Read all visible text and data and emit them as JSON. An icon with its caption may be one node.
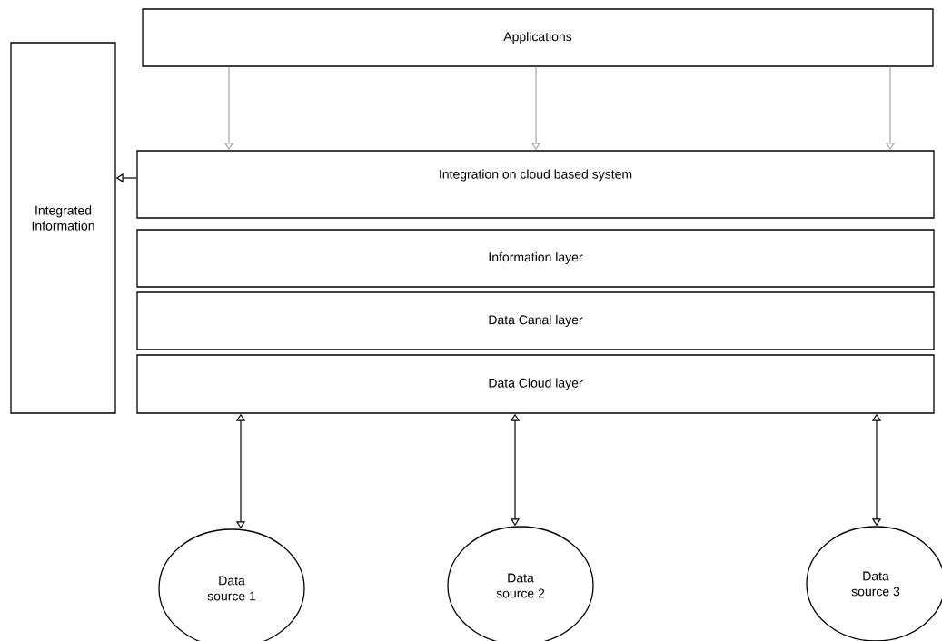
{
  "diagram": {
    "nodes": [
      {
        "text": [
          "Applications"
        ]
      },
      {
        "text": [
          "Integrated Information"
        ]
      },
      {
        "text": [
          "Integration on cloud based system"
        ]
      },
      {
        "text": [
          "Information layer"
        ]
      },
      {
        "text": [
          "Data Canal layer"
        ]
      },
      {
        "text": [
          "Data Cloud layer"
        ]
      },
      {
        "text": [
          "Data source 1"
        ]
      },
      {
        "text": [
          "Data source 2"
        ]
      },
      {
        "text": [
          "Data source 3"
        ]
      }
    ],
    "edges": [
      {
        "from": 0,
        "to": 2,
        "arrow": "to",
        "color": "#a6a6a6"
      },
      {
        "from": 0,
        "to": 2,
        "arrow": "to",
        "color": "#a6a6a6"
      },
      {
        "from": 0,
        "to": 2,
        "arrow": "to",
        "color": "#a6a6a6"
      },
      {
        "from": 2,
        "to": 1,
        "arrow": "to"
      },
      {
        "from": 5,
        "to": 6,
        "arrow": "both"
      },
      {
        "from": 5,
        "to": 7,
        "arrow": "both"
      },
      {
        "from": 5,
        "to": 8,
        "arrow": "both"
      }
    ]
  }
}
